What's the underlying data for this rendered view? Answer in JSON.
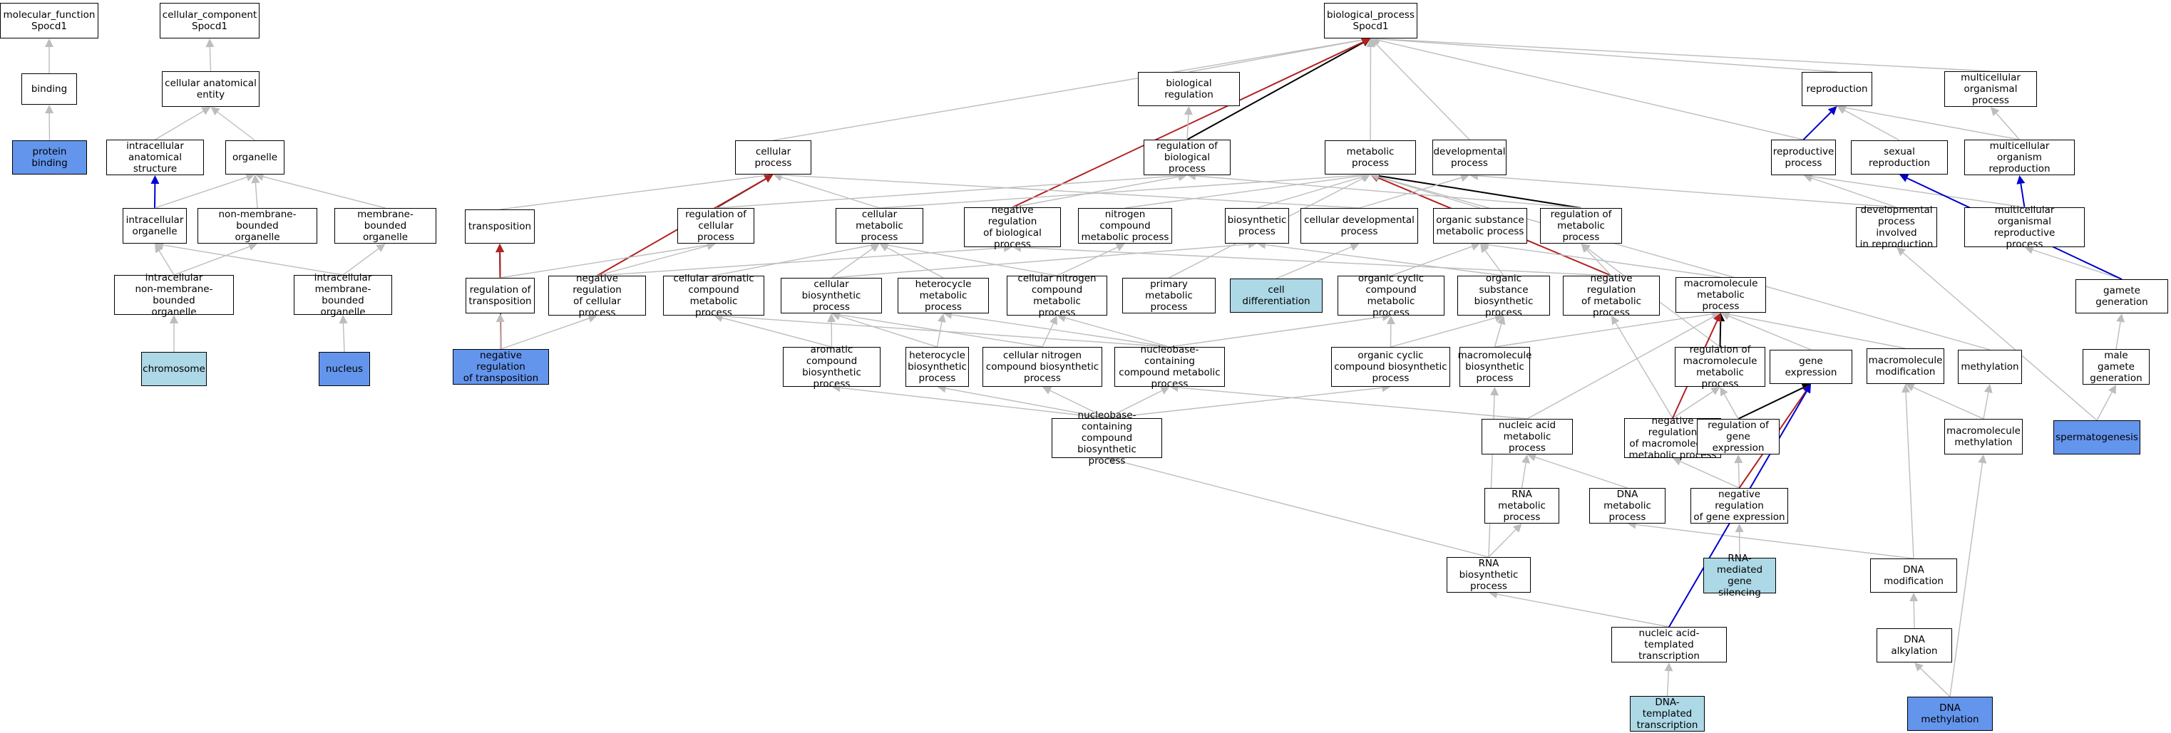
{
  "colors": {
    "is_a": "#bdbdbd",
    "part_of": "#000000",
    "negatively_regulates": "#b22222",
    "positively_regulates": "#0000cd",
    "annotated": "#6495ed",
    "related": "#add8e6"
  },
  "nodes": {
    "n_mf": {
      "label": "molecular_function\nSpocd1",
      "fill": "white"
    },
    "n_binding": {
      "label": "binding",
      "fill": "white"
    },
    "n_protbind": {
      "label": "protein binding",
      "fill": "blue"
    },
    "n_cc": {
      "label": "cellular_component\nSpocd1",
      "fill": "white"
    },
    "n_cae": {
      "label": "cellular anatomical\nentity",
      "fill": "white"
    },
    "n_ias": {
      "label": "intracellular\nanatomical structure",
      "fill": "white"
    },
    "n_organelle": {
      "label": "organelle",
      "fill": "white"
    },
    "n_io": {
      "label": "intracellular\norganelle",
      "fill": "white"
    },
    "n_nmbo": {
      "label": "non-membrane-bounded\norganelle",
      "fill": "white"
    },
    "n_mbo": {
      "label": "membrane-bounded\norganelle",
      "fill": "white"
    },
    "n_inmbo": {
      "label": "intracellular\nnon-membrane-bounded\norganelle",
      "fill": "white"
    },
    "n_imbo": {
      "label": "intracellular\nmembrane-bounded\norganelle",
      "fill": "white"
    },
    "n_chromosome": {
      "label": "chromosome",
      "fill": "light"
    },
    "n_nucleus": {
      "label": "nucleus",
      "fill": "blue"
    },
    "n_bp": {
      "label": "biological_process\nSpocd1",
      "fill": "white"
    },
    "n_cp": {
      "label": "cellular process",
      "fill": "white"
    },
    "n_transposition": {
      "label": "transposition",
      "fill": "white"
    },
    "n_regtrans": {
      "label": "regulation of\ntransposition",
      "fill": "white"
    },
    "n_negregtrans": {
      "label": "negative regulation\nof transposition",
      "fill": "blue"
    },
    "n_regcp": {
      "label": "regulation of\ncellular process",
      "fill": "white"
    },
    "n_negregcp": {
      "label": "negative regulation\nof cellular\nprocess",
      "fill": "white"
    },
    "n_cmp": {
      "label": "cellular metabolic\nprocess",
      "fill": "white"
    },
    "n_bioreg": {
      "label": "biological regulation",
      "fill": "white"
    },
    "n_regbp": {
      "label": "regulation of\nbiological process",
      "fill": "white"
    },
    "n_negregbp": {
      "label": "negative regulation\nof biological\nprocess",
      "fill": "white"
    },
    "n_ncmp": {
      "label": "nitrogen compound\nmetabolic process",
      "fill": "white"
    },
    "n_mp": {
      "label": "metabolic process",
      "fill": "white"
    },
    "n_dev": {
      "label": "developmental\nprocess",
      "fill": "white"
    },
    "n_biosyn": {
      "label": "biosynthetic\nprocess",
      "fill": "white"
    },
    "n_celldev": {
      "label": "cellular developmental\nprocess",
      "fill": "white"
    },
    "n_osmp": {
      "label": "organic substance\nmetabolic process",
      "fill": "white"
    },
    "n_regmp": {
      "label": "regulation of\nmetabolic process",
      "fill": "white"
    },
    "n_cacmp": {
      "label": "cellular aromatic\ncompound metabolic\nprocess",
      "fill": "white"
    },
    "n_cbp": {
      "label": "cellular biosynthetic\nprocess",
      "fill": "white"
    },
    "n_hmp": {
      "label": "heterocycle\nmetabolic process",
      "fill": "white"
    },
    "n_cncmp": {
      "label": "cellular nitrogen\ncompound metabolic\nprocess",
      "fill": "white"
    },
    "n_pmp": {
      "label": "primary metabolic\nprocess",
      "fill": "white"
    },
    "n_celldiff": {
      "label": "cell differentiation",
      "fill": "light"
    },
    "n_occmp": {
      "label": "organic cyclic\ncompound metabolic\nprocess",
      "fill": "white"
    },
    "n_osbp": {
      "label": "organic substance\nbiosynthetic\nprocess",
      "fill": "white"
    },
    "n_negregmp": {
      "label": "negative regulation\nof metabolic\nprocess",
      "fill": "white"
    },
    "n_mmp": {
      "label": "macromolecule\nmetabolic process",
      "fill": "white"
    },
    "n_acbp": {
      "label": "aromatic compound\nbiosynthetic\nprocess",
      "fill": "white"
    },
    "n_hbp": {
      "label": "heterocycle\nbiosynthetic\nprocess",
      "fill": "white"
    },
    "n_cncbp": {
      "label": "cellular nitrogen\ncompound biosynthetic\nprocess",
      "fill": "white"
    },
    "n_nccmp": {
      "label": "nucleobase-containing\ncompound metabolic\nprocess",
      "fill": "white"
    },
    "n_occbp": {
      "label": "organic cyclic\ncompound biosynthetic\nprocess",
      "fill": "white"
    },
    "n_mbp": {
      "label": "macromolecule\nbiosynthetic\nprocess",
      "fill": "white"
    },
    "n_regmmp": {
      "label": "regulation of\nmacromolecule\nmetabolic process",
      "fill": "white"
    },
    "n_ge": {
      "label": "gene expression",
      "fill": "white"
    },
    "n_mmod": {
      "label": "macromolecule\nmodification",
      "fill": "white"
    },
    "n_meth": {
      "label": "methylation",
      "fill": "white"
    },
    "n_nccbp": {
      "label": "nucleobase-containing\ncompound biosynthetic\nprocess",
      "fill": "white"
    },
    "n_namp": {
      "label": "nucleic acid\nmetabolic process",
      "fill": "white"
    },
    "n_negregmmp": {
      "label": "negative regulation\nof macromolecule\nmetabolic process",
      "fill": "white"
    },
    "n_regge": {
      "label": "regulation of\ngene expression",
      "fill": "white"
    },
    "n_mmeth": {
      "label": "macromolecule\nmethylation",
      "fill": "white"
    },
    "n_rnamp": {
      "label": "RNA metabolic\nprocess",
      "fill": "white"
    },
    "n_dnamp": {
      "label": "DNA metabolic\nprocess",
      "fill": "white"
    },
    "n_negregge": {
      "label": "negative regulation\nof gene expression",
      "fill": "white"
    },
    "n_rnabp": {
      "label": "RNA biosynthetic\nprocess",
      "fill": "white"
    },
    "n_rnamgs": {
      "label": "RNA-mediated\ngene silencing",
      "fill": "light"
    },
    "n_dnamod": {
      "label": "DNA modification",
      "fill": "white"
    },
    "n_natt": {
      "label": "nucleic acid-templated\ntranscription",
      "fill": "white"
    },
    "n_dnaalk": {
      "label": "DNA alkylation",
      "fill": "white"
    },
    "n_dnatt": {
      "label": "DNA-templated\ntranscription",
      "fill": "light"
    },
    "n_dnameth": {
      "label": "DNA methylation",
      "fill": "blue"
    },
    "n_repro": {
      "label": "reproduction",
      "fill": "white"
    },
    "n_mop": {
      "label": "multicellular\norganismal process",
      "fill": "white"
    },
    "n_reproproc": {
      "label": "reproductive\nprocess",
      "fill": "white"
    },
    "n_sexrep": {
      "label": "sexual reproduction",
      "fill": "white"
    },
    "n_morep": {
      "label": "multicellular\norganism reproduction",
      "fill": "white"
    },
    "n_devrep": {
      "label": "developmental\nprocess involved\nin reproduction",
      "fill": "white"
    },
    "n_morp": {
      "label": "multicellular\norganismal reproductive\nprocess",
      "fill": "white"
    },
    "n_gamgen": {
      "label": "gamete generation",
      "fill": "white"
    },
    "n_malegam": {
      "label": "male gamete\ngeneration",
      "fill": "white"
    },
    "n_sperm": {
      "label": "spermatogenesis",
      "fill": "blue"
    }
  },
  "edges": [
    [
      "n_binding",
      "n_mf",
      "is_a"
    ],
    [
      "n_protbind",
      "n_binding",
      "is_a"
    ],
    [
      "n_cae",
      "n_cc",
      "is_a"
    ],
    [
      "n_ias",
      "n_cae",
      "is_a"
    ],
    [
      "n_organelle",
      "n_cae",
      "is_a"
    ],
    [
      "n_io",
      "n_ias",
      "positively_regulates"
    ],
    [
      "n_io",
      "n_organelle",
      "is_a"
    ],
    [
      "n_nmbo",
      "n_organelle",
      "is_a"
    ],
    [
      "n_mbo",
      "n_organelle",
      "is_a"
    ],
    [
      "n_inmbo",
      "n_io",
      "is_a"
    ],
    [
      "n_inmbo",
      "n_nmbo",
      "is_a"
    ],
    [
      "n_imbo",
      "n_io",
      "is_a"
    ],
    [
      "n_imbo",
      "n_mbo",
      "is_a"
    ],
    [
      "n_chromosome",
      "n_inmbo",
      "is_a"
    ],
    [
      "n_nucleus",
      "n_imbo",
      "is_a"
    ],
    [
      "n_cp",
      "n_bp",
      "is_a"
    ],
    [
      "n_bioreg",
      "n_bp",
      "is_a"
    ],
    [
      "n_regbp",
      "n_bp",
      "part_of"
    ],
    [
      "n_negregbp",
      "n_bp",
      "negatively_regulates"
    ],
    [
      "n_mp",
      "n_bp",
      "is_a"
    ],
    [
      "n_dev",
      "n_bp",
      "is_a"
    ],
    [
      "n_repro",
      "n_bp",
      "is_a"
    ],
    [
      "n_mop",
      "n_bp",
      "is_a"
    ],
    [
      "n_reproproc",
      "n_bp",
      "is_a"
    ],
    [
      "n_regbp",
      "n_bioreg",
      "is_a"
    ],
    [
      "n_negregbp",
      "n_regbp",
      "is_a"
    ],
    [
      "n_transposition",
      "n_cp",
      "is_a"
    ],
    [
      "n_regcp",
      "n_cp",
      "part_of"
    ],
    [
      "n_negregcp",
      "n_cp",
      "negatively_regulates"
    ],
    [
      "n_cmp",
      "n_cp",
      "is_a"
    ],
    [
      "n_regcp",
      "n_regbp",
      "is_a"
    ],
    [
      "n_regtrans",
      "n_transposition",
      "part_of"
    ],
    [
      "n_negregtrans",
      "n_transposition",
      "negatively_regulates"
    ],
    [
      "n_negregtrans",
      "n_regtrans",
      "is_a"
    ],
    [
      "n_negregtrans",
      "n_negregcp",
      "is_a"
    ],
    [
      "n_regtrans",
      "n_regcp",
      "is_a"
    ],
    [
      "n_negregcp",
      "n_regcp",
      "is_a"
    ],
    [
      "n_negregcp",
      "n_negregbp",
      "is_a"
    ],
    [
      "n_cmp",
      "n_mp",
      "is_a"
    ],
    [
      "n_ncmp",
      "n_mp",
      "is_a"
    ],
    [
      "n_biosyn",
      "n_mp",
      "is_a"
    ],
    [
      "n_osmp",
      "n_mp",
      "is_a"
    ],
    [
      "n_regmp",
      "n_mp",
      "part_of"
    ],
    [
      "n_negregmp",
      "n_mp",
      "negatively_regulates"
    ],
    [
      "n_pmp",
      "n_mp",
      "is_a"
    ],
    [
      "n_celldev",
      "n_dev",
      "is_a"
    ],
    [
      "n_devrep",
      "n_dev",
      "is_a"
    ],
    [
      "n_regmp",
      "n_regbp",
      "is_a"
    ],
    [
      "n_celldev",
      "n_cp",
      "is_a"
    ],
    [
      "n_celldiff",
      "n_celldev",
      "is_a"
    ],
    [
      "n_cacmp",
      "n_cmp",
      "is_a"
    ],
    [
      "n_cbp",
      "n_cmp",
      "is_a"
    ],
    [
      "n_cbp",
      "n_biosyn",
      "is_a"
    ],
    [
      "n_hmp",
      "n_cmp",
      "is_a"
    ],
    [
      "n_cncmp",
      "n_cmp",
      "is_a"
    ],
    [
      "n_cncmp",
      "n_ncmp",
      "is_a"
    ],
    [
      "n_occmp",
      "n_osmp",
      "is_a"
    ],
    [
      "n_osbp",
      "n_osmp",
      "is_a"
    ],
    [
      "n_osbp",
      "n_biosyn",
      "is_a"
    ],
    [
      "n_negregmp",
      "n_regmp",
      "is_a"
    ],
    [
      "n_negregmp",
      "n_negregbp",
      "is_a"
    ],
    [
      "n_mmp",
      "n_osmp",
      "is_a"
    ],
    [
      "n_acbp",
      "n_cacmp",
      "is_a"
    ],
    [
      "n_acbp",
      "n_cbp",
      "is_a"
    ],
    [
      "n_hbp",
      "n_hmp",
      "is_a"
    ],
    [
      "n_hbp",
      "n_cbp",
      "is_a"
    ],
    [
      "n_cncbp",
      "n_cncmp",
      "is_a"
    ],
    [
      "n_cncbp",
      "n_cbp",
      "is_a"
    ],
    [
      "n_nccmp",
      "n_cacmp",
      "is_a"
    ],
    [
      "n_nccmp",
      "n_hmp",
      "is_a"
    ],
    [
      "n_nccmp",
      "n_cncmp",
      "is_a"
    ],
    [
      "n_nccmp",
      "n_occmp",
      "is_a"
    ],
    [
      "n_occbp",
      "n_occmp",
      "is_a"
    ],
    [
      "n_occbp",
      "n_osbp",
      "is_a"
    ],
    [
      "n_mbp",
      "n_mmp",
      "is_a"
    ],
    [
      "n_mbp",
      "n_osbp",
      "is_a"
    ],
    [
      "n_regmmp",
      "n_mmp",
      "part_of"
    ],
    [
      "n_regmmp",
      "n_regmp",
      "is_a"
    ],
    [
      "n_ge",
      "n_mmp",
      "is_a"
    ],
    [
      "n_mmod",
      "n_mmp",
      "is_a"
    ],
    [
      "n_meth",
      "n_mp",
      "is_a"
    ],
    [
      "n_nccbp",
      "n_acbp",
      "is_a"
    ],
    [
      "n_nccbp",
      "n_hbp",
      "is_a"
    ],
    [
      "n_nccbp",
      "n_cncbp",
      "is_a"
    ],
    [
      "n_nccbp",
      "n_nccmp",
      "is_a"
    ],
    [
      "n_nccbp",
      "n_occbp",
      "is_a"
    ],
    [
      "n_namp",
      "n_nccmp",
      "is_a"
    ],
    [
      "n_namp",
      "n_mmp",
      "is_a"
    ],
    [
      "n_negregmmp",
      "n_regmmp",
      "is_a"
    ],
    [
      "n_negregmmp",
      "n_negregmp",
      "is_a"
    ],
    [
      "n_negregmmp",
      "n_mmp",
      "negatively_regulates"
    ],
    [
      "n_regge",
      "n_ge",
      "part_of"
    ],
    [
      "n_regge",
      "n_regmmp",
      "is_a"
    ],
    [
      "n_mmeth",
      "n_mmod",
      "is_a"
    ],
    [
      "n_mmeth",
      "n_meth",
      "is_a"
    ],
    [
      "n_rnamp",
      "n_namp",
      "is_a"
    ],
    [
      "n_dnamp",
      "n_namp",
      "is_a"
    ],
    [
      "n_negregge",
      "n_regge",
      "is_a"
    ],
    [
      "n_negregge",
      "n_negregmmp",
      "is_a"
    ],
    [
      "n_negregge",
      "n_ge",
      "negatively_regulates"
    ],
    [
      "n_rnabp",
      "n_rnamp",
      "is_a"
    ],
    [
      "n_rnabp",
      "n_mbp",
      "is_a"
    ],
    [
      "n_rnabp",
      "n_nccbp",
      "is_a"
    ],
    [
      "n_rnamgs",
      "n_negregge",
      "is_a"
    ],
    [
      "n_dnamod",
      "n_dnamp",
      "is_a"
    ],
    [
      "n_dnamod",
      "n_mmod",
      "is_a"
    ],
    [
      "n_natt",
      "n_rnabp",
      "is_a"
    ],
    [
      "n_natt",
      "n_ge",
      "positively_regulates"
    ],
    [
      "n_dnaalk",
      "n_dnamod",
      "is_a"
    ],
    [
      "n_dnatt",
      "n_natt",
      "is_a"
    ],
    [
      "n_dnameth",
      "n_dnaalk",
      "is_a"
    ],
    [
      "n_dnameth",
      "n_mmeth",
      "is_a"
    ],
    [
      "n_reproproc",
      "n_repro",
      "positively_regulates"
    ],
    [
      "n_sexrep",
      "n_repro",
      "is_a"
    ],
    [
      "n_morep",
      "n_repro",
      "is_a"
    ],
    [
      "n_morep",
      "n_mop",
      "is_a"
    ],
    [
      "n_devrep",
      "n_reproproc",
      "is_a"
    ],
    [
      "n_morp",
      "n_morep",
      "positively_regulates"
    ],
    [
      "n_morp",
      "n_reproproc",
      "is_a"
    ],
    [
      "n_gamgen",
      "n_morp",
      "is_a"
    ],
    [
      "n_gamgen",
      "n_sexrep",
      "positively_regulates"
    ],
    [
      "n_malegam",
      "n_gamgen",
      "is_a"
    ],
    [
      "n_sperm",
      "n_malegam",
      "is_a"
    ],
    [
      "n_sperm",
      "n_devrep",
      "is_a"
    ]
  ]
}
